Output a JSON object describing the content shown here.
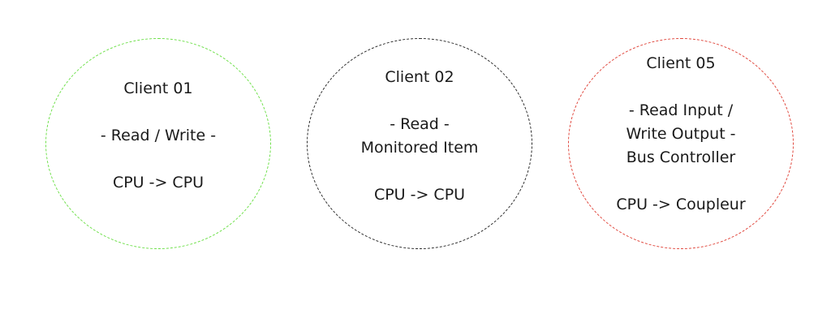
{
  "clients": [
    {
      "title": "Client 01",
      "mode": "- Read / Write -",
      "connection": "CPU -> CPU",
      "color": "#6ee04a"
    },
    {
      "title": "Client 02",
      "mode_line1": "- Read -",
      "mode_line2": "Monitored Item",
      "connection": "CPU -> CPU",
      "color": "#2a2a2a"
    },
    {
      "title": "Client 05",
      "mode_line1": "- Read Input /",
      "mode_line2": "Write Output -",
      "mode_line3": "Bus Controller",
      "connection": "CPU -> Coupleur",
      "color": "#e0463c"
    }
  ]
}
